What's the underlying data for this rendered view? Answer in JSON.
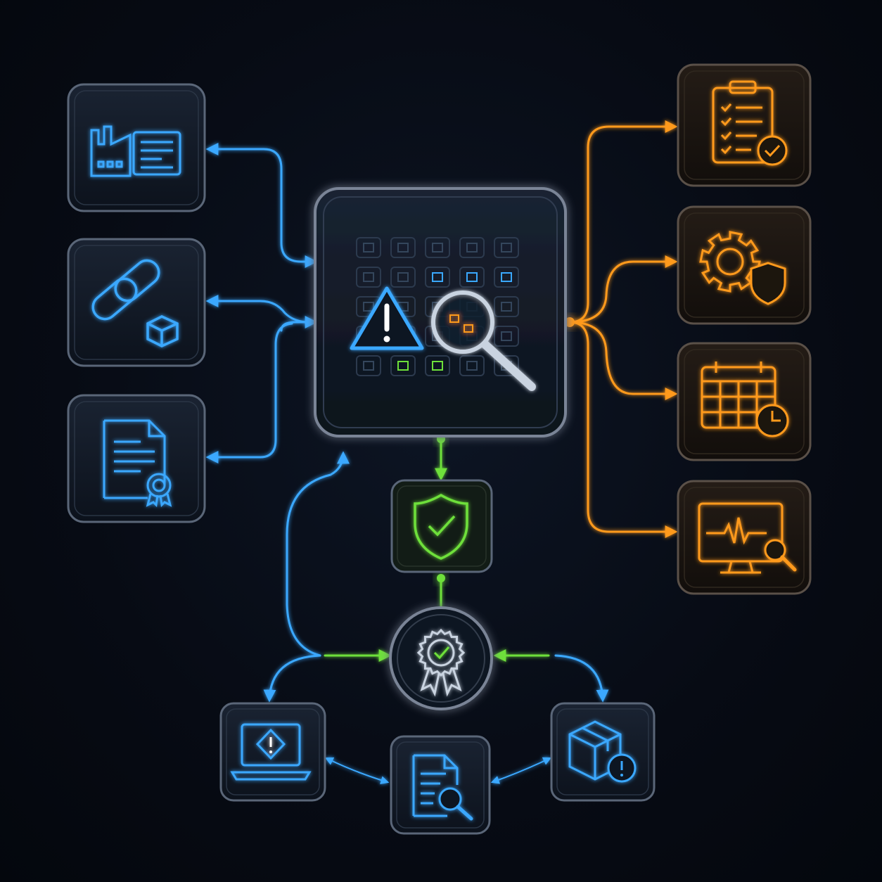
{
  "colors": {
    "background": "#060a12",
    "blue": "#3aa8ff",
    "orange": "#ff9a1f",
    "green": "#6ee03a",
    "tile_fill": "#121a26",
    "tile_border": "#5a6678"
  },
  "nodes": {
    "central": {
      "icons": [
        "calendar-grid-icon",
        "warning-triangle-icon",
        "magnifier-icon"
      ]
    },
    "left": [
      {
        "id": "factory-data",
        "icon": "factory-document-icon"
      },
      {
        "id": "supplier-link",
        "icon": "chain-link-box-icon"
      },
      {
        "id": "certificate",
        "icon": "certificate-document-icon"
      }
    ],
    "right": [
      {
        "id": "checklist",
        "icon": "clipboard-check-icon"
      },
      {
        "id": "gear-shield",
        "icon": "gear-shield-icon"
      },
      {
        "id": "schedule",
        "icon": "calendar-clock-icon"
      },
      {
        "id": "monitoring",
        "icon": "monitor-pulse-icon"
      }
    ],
    "approval": {
      "icon": "shield-check-icon"
    },
    "badge": {
      "icon": "award-badge-icon"
    },
    "bottom": [
      {
        "id": "laptop-alert",
        "icon": "laptop-warning-icon"
      },
      {
        "id": "doc-review",
        "icon": "document-search-icon"
      },
      {
        "id": "package-alert",
        "icon": "package-alert-icon"
      }
    ]
  }
}
